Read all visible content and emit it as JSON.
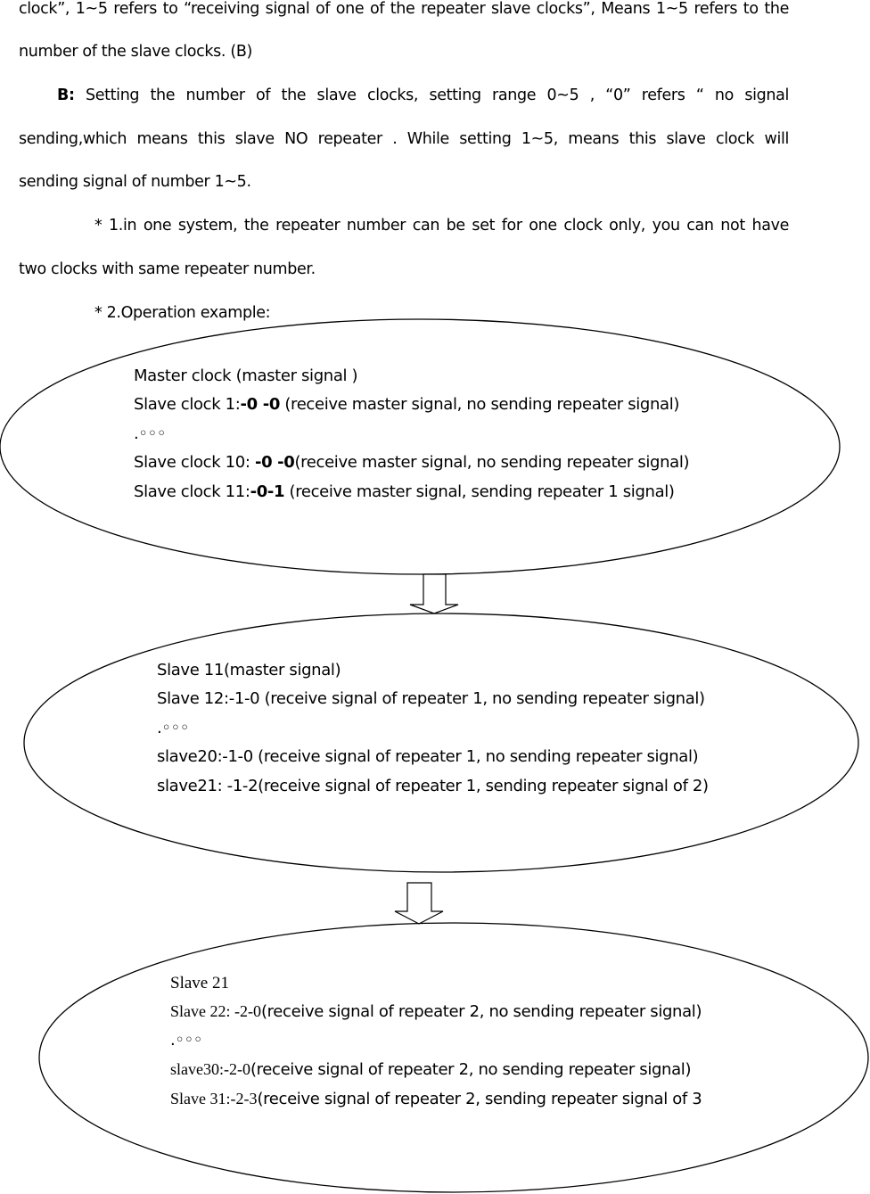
{
  "text": {
    "line1": "clock”, 1~5 refers to “receiving signal of one of the repeater slave clocks”, Means 1~5 refers to the",
    "line2": "number of the slave clocks. (B)",
    "b_label": "B:",
    "b_line1": "Setting  the  number  of  the  slave  clocks,  setting  range  0~5  ,  “0”  refers  “  no  signal",
    "b_line2": "sending,which  means  this  slave  NO  repeater  .  While  setting  1~5,  means  this  slave  clock  will",
    "b_line3": "sending signal of number 1~5.",
    "note1_line1": "* 1.in one system, the repeater number can be set for one clock only, you can not have",
    "note1_line2": "two clocks with same repeater number.",
    "note2": "* 2.Operation example:"
  },
  "ellipse1": {
    "l1": "Master clock (master signal )",
    "l2_pre": "Slave clock 1:",
    "l2_code": "-0 -0",
    "l2_post": " (receive master signal, no sending repeater signal)",
    "l3": ".◦◦◦",
    "l4_pre": "Slave clock 10: ",
    "l4_code": "-0 -0",
    "l4_post": "(receive master signal, no sending repeater signal)",
    "l5_pre": "Slave clock 11:",
    "l5_code": "-0-1",
    "l5_post": " (receive master signal, sending repeater 1 signal)"
  },
  "ellipse2": {
    "l1": "Slave 11(master signal)",
    "l2": "Slave 12:-1-0 (receive signal of repeater 1, no sending repeater signal)",
    "l3": ".◦◦◦",
    "l4": "slave20:-1-0 (receive signal of repeater 1, no sending repeater signal)",
    "l5": "slave21: -1-2(receive signal of repeater 1, sending repeater signal of 2)"
  },
  "ellipse3": {
    "l1": "Slave 21",
    "l2_pre": "Slave 22: -2-0",
    "l2_post": "(receive signal of repeater 2, no sending repeater signal)",
    "l3": ".◦◦◦",
    "l4_pre": "slave30:-2-0",
    "l4_post": "(receive signal of repeater 2, no sending repeater signal)",
    "l5_pre": "Slave 31:-2-3",
    "l5_post": "(receive signal of repeater 2, sending repeater signal of 3"
  }
}
